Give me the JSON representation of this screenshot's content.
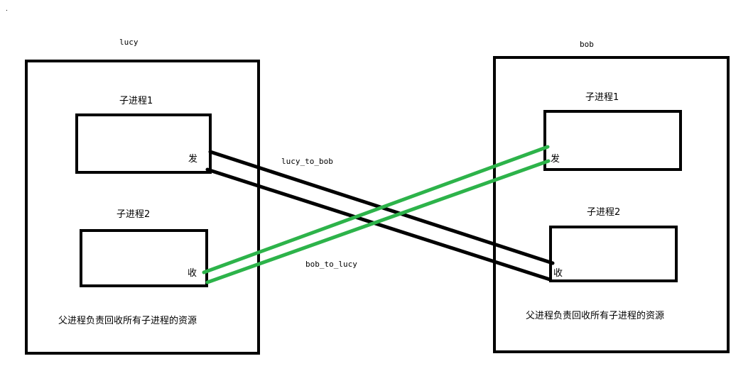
{
  "processes": [
    {
      "name": "lucy",
      "children": [
        {
          "label": "子进程1",
          "port": "发"
        },
        {
          "label": "子进程2",
          "port": "收"
        }
      ],
      "parent_note": "父进程负责回收所有子进程的资源"
    },
    {
      "name": "bob",
      "children": [
        {
          "label": "子进程1",
          "port": "发"
        },
        {
          "label": "子进程2",
          "port": "收"
        }
      ],
      "parent_note": "父进程负责回收所有子进程的资源"
    }
  ],
  "pipes": [
    {
      "name": "lucy_to_bob",
      "color": "#000000"
    },
    {
      "name": "bob_to_lucy",
      "color": "#2db34a"
    }
  ]
}
